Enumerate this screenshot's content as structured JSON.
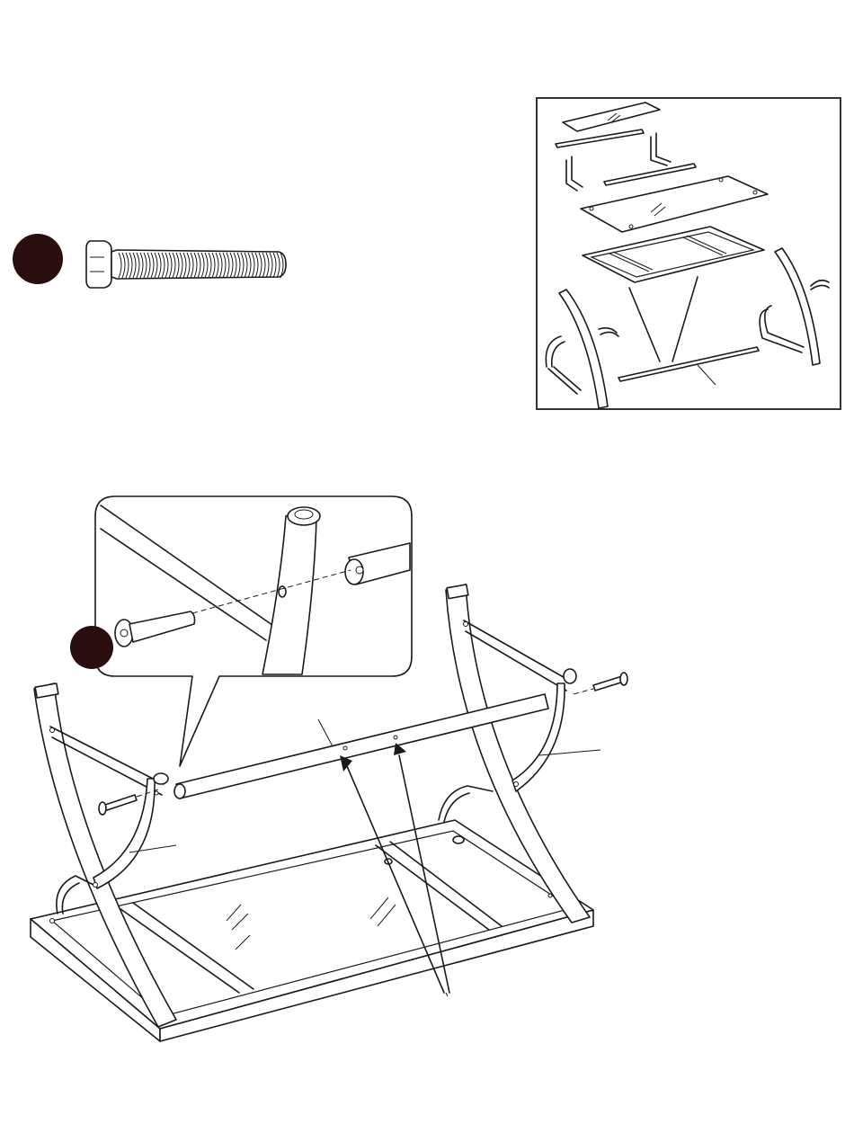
{
  "page": {
    "title": "",
    "caption": ""
  },
  "parts": {
    "screw_badge": {
      "label": "",
      "color": "#2a0e0e",
      "icon": "hardware-badge-circle"
    },
    "screw_icon": "hex-socket-bolt-icon"
  },
  "overview": {
    "icon": "exploded-desk-overview-diagram",
    "border_color": "#333333"
  },
  "detail": {
    "icon": "bolt-insertion-detail",
    "badge_color": "#2a0e0e"
  },
  "main_assembly": {
    "icon": "desk-frame-assembly-diagram"
  }
}
